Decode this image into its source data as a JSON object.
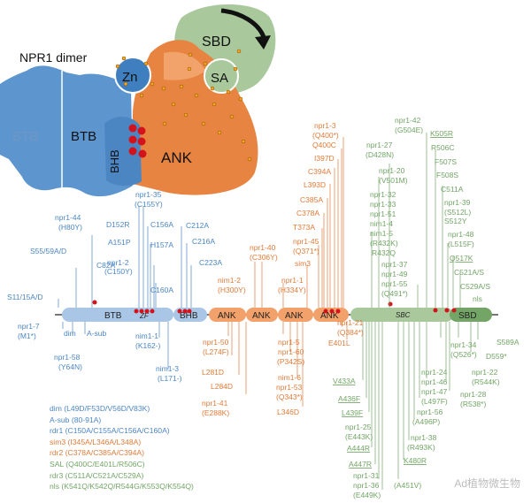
{
  "colors": {
    "blue": "#4b86c5",
    "orange": "#e07b39",
    "green": "#72a566",
    "btb_fill": "#a9c6e6",
    "ank_fill": "#f2a16a",
    "sbd_fill": "#a9c99d",
    "red": "#d4121b"
  },
  "structure": {
    "title": "NPR1 dimer",
    "btb_left": "BTB",
    "btb_right": "BTB",
    "bhb": "BHB",
    "ank": "ANK",
    "zn": "Zn",
    "sbd": "SBD",
    "sa": "SA"
  },
  "domain_bar": {
    "btb": "BTB",
    "zf": "ZF",
    "bhb": "BHB",
    "ank": "ANK",
    "sbc": "SBC",
    "sbd": "SBD"
  },
  "labels": [
    {
      "t": "S11/15A/D",
      "c": "blue"
    },
    {
      "t": "S55/59A/D",
      "c": "blue"
    },
    {
      "t": "npr1-44",
      "c": "blue"
    },
    {
      "t": "(H80Y)",
      "c": "blue"
    },
    {
      "t": "C82A",
      "c": "blue"
    },
    {
      "t": "npr1-35",
      "c": "blue"
    },
    {
      "t": "(C155Y)",
      "c": "blue"
    },
    {
      "t": "D152R",
      "c": "blue"
    },
    {
      "t": "A151P",
      "c": "blue"
    },
    {
      "t": "npr1-2",
      "c": "blue"
    },
    {
      "t": "(C150Y)",
      "c": "blue"
    },
    {
      "t": "C212A",
      "c": "blue"
    },
    {
      "t": "C156A",
      "c": "blue"
    },
    {
      "t": "C216A",
      "c": "blue"
    },
    {
      "t": "H157A",
      "c": "blue"
    },
    {
      "t": "C223A",
      "c": "blue"
    },
    {
      "t": "C160A",
      "c": "blue"
    },
    {
      "t": "npr1-7",
      "c": "blue"
    },
    {
      "t": "(M1*)",
      "c": "blue"
    },
    {
      "t": "dim",
      "c": "blue"
    },
    {
      "t": "A-sub",
      "c": "blue"
    },
    {
      "t": "npr1-58",
      "c": "blue"
    },
    {
      "t": "(Y64N)",
      "c": "blue"
    },
    {
      "t": "nim1-1",
      "c": "blue"
    },
    {
      "t": "(K162-)",
      "c": "blue"
    },
    {
      "t": "nim1-3",
      "c": "blue"
    },
    {
      "t": "(L171-)",
      "c": "blue"
    },
    {
      "t": "npr1-40",
      "c": "orange"
    },
    {
      "t": "(C306Y)",
      "c": "orange"
    },
    {
      "t": "nim1-2",
      "c": "orange"
    },
    {
      "t": "(H300Y)",
      "c": "orange"
    },
    {
      "t": "npr1-1",
      "c": "orange"
    },
    {
      "t": "(H334Y)",
      "c": "orange"
    },
    {
      "t": "sim3",
      "c": "orange"
    },
    {
      "t": "npr1-3",
      "c": "orange"
    },
    {
      "t": "(Q400*)",
      "c": "orange"
    },
    {
      "t": "Q400C",
      "c": "orange"
    },
    {
      "t": "I397D",
      "c": "orange"
    },
    {
      "t": "C394A",
      "c": "orange"
    },
    {
      "t": "L393D",
      "c": "orange"
    },
    {
      "t": "C385A",
      "c": "orange"
    },
    {
      "t": "C378A",
      "c": "orange"
    },
    {
      "t": "T373A",
      "c": "orange"
    },
    {
      "t": "npr1-45",
      "c": "orange"
    },
    {
      "t": "(Q371*)",
      "c": "orange"
    },
    {
      "t": "npr1-50",
      "c": "orange"
    },
    {
      "t": "(L274F)",
      "c": "orange"
    },
    {
      "t": "L281D",
      "c": "orange"
    },
    {
      "t": "L284D",
      "c": "orange"
    },
    {
      "t": "npr1-41",
      "c": "orange"
    },
    {
      "t": "(E288K)",
      "c": "orange"
    },
    {
      "t": "npr1-5",
      "c": "orange"
    },
    {
      "t": "npr1-60",
      "c": "orange"
    },
    {
      "t": "(P342S)",
      "c": "orange"
    },
    {
      "t": "nim1-6",
      "c": "orange"
    },
    {
      "t": "npr1-53",
      "c": "orange"
    },
    {
      "t": "(Q343*)",
      "c": "orange"
    },
    {
      "t": "L346D",
      "c": "orange"
    },
    {
      "t": "npr1-21",
      "c": "orange"
    },
    {
      "t": "(Q384*)",
      "c": "orange"
    },
    {
      "t": "E401L",
      "c": "orange"
    },
    {
      "t": "npr1-42",
      "c": "green"
    },
    {
      "t": "(G504E)",
      "c": "green"
    },
    {
      "t": "K505R",
      "c": "green",
      "u": true
    },
    {
      "t": "npr1-27",
      "c": "green"
    },
    {
      "t": "(D428N)",
      "c": "green"
    },
    {
      "t": "R506C",
      "c": "green"
    },
    {
      "t": "F507S",
      "c": "green"
    },
    {
      "t": "npr1-20",
      "c": "green"
    },
    {
      "t": "(V501M)",
      "c": "green"
    },
    {
      "t": "F508S",
      "c": "green"
    },
    {
      "t": "C511A",
      "c": "green"
    },
    {
      "t": "npr1-32",
      "c": "green"
    },
    {
      "t": "npr1-39",
      "c": "green"
    },
    {
      "t": "npr1-33",
      "c": "green"
    },
    {
      "t": "(S512L)",
      "c": "green"
    },
    {
      "t": "npr1-51",
      "c": "green"
    },
    {
      "t": "S512Y",
      "c": "green"
    },
    {
      "t": "nim1-4",
      "c": "green"
    },
    {
      "t": "nim1-5",
      "c": "green"
    },
    {
      "t": "npr1-48",
      "c": "green"
    },
    {
      "t": "(R432K)",
      "c": "green"
    },
    {
      "t": "(L515F)",
      "c": "green"
    },
    {
      "t": "R432Q",
      "c": "green"
    },
    {
      "t": "Q517K",
      "c": "green",
      "u": true
    },
    {
      "t": "npr1-37",
      "c": "green"
    },
    {
      "t": "C521A/S",
      "c": "green"
    },
    {
      "t": "npr1-49",
      "c": "green"
    },
    {
      "t": "C529A/S",
      "c": "green"
    },
    {
      "t": "npr1-55",
      "c": "green"
    },
    {
      "t": "(Q491*)",
      "c": "green"
    },
    {
      "t": "nls",
      "c": "green"
    },
    {
      "t": "S589A",
      "c": "green"
    },
    {
      "t": "npr1-34",
      "c": "green"
    },
    {
      "t": "(Q526*)",
      "c": "green"
    },
    {
      "t": "D559*",
      "c": "green"
    },
    {
      "t": "npr1-22",
      "c": "green"
    },
    {
      "t": "(R544K)",
      "c": "green"
    },
    {
      "t": "npr1-24",
      "c": "green"
    },
    {
      "t": "npr1-46",
      "c": "green"
    },
    {
      "t": "npr1-47",
      "c": "green"
    },
    {
      "t": "(L497F)",
      "c": "green"
    },
    {
      "t": "npr1-28",
      "c": "green"
    },
    {
      "t": "(R538*)",
      "c": "green"
    },
    {
      "t": "V433A",
      "c": "green",
      "u": true
    },
    {
      "t": "A436F",
      "c": "green",
      "u": true
    },
    {
      "t": "L439F",
      "c": "green",
      "u": true
    },
    {
      "t": "npr1-56",
      "c": "green"
    },
    {
      "t": "(A496P)",
      "c": "green"
    },
    {
      "t": "npr1-25",
      "c": "green"
    },
    {
      "t": "(E443K)",
      "c": "green"
    },
    {
      "t": "npr1-38",
      "c": "green"
    },
    {
      "t": "(R493K)",
      "c": "green"
    },
    {
      "t": "A444R",
      "c": "green",
      "u": true
    },
    {
      "t": "K480R",
      "c": "green",
      "u": true
    },
    {
      "t": "A447R",
      "c": "green",
      "u": true
    },
    {
      "t": "npr1-31",
      "c": "green"
    },
    {
      "t": "npr1-36",
      "c": "green"
    },
    {
      "t": "(E449K)",
      "c": "green"
    },
    {
      "t": "(A451V)",
      "c": "green"
    }
  ],
  "legend": [
    {
      "text": "dim (L49D/F53D/V56D/V83K)",
      "c": "blue"
    },
    {
      "text": "A-sub (80-91A)",
      "c": "blue"
    },
    {
      "text": "rdr1 (C150A/C155A/C156A/C160A)",
      "c": "blue"
    },
    {
      "text": "sim3 (I345A/L346A/L348A)",
      "c": "orange"
    },
    {
      "text": "rdr2 (C378A/C385A/C394A)",
      "c": "orange"
    },
    {
      "text": "SAL (Q400C/E401L/R506C)",
      "c": "green"
    },
    {
      "text": "rdr3 (C511A/C521A/C529A)",
      "c": "green"
    },
    {
      "text": "nls (K541Q/K542Q/R544G/K553Q/K554Q)",
      "c": "green"
    }
  ],
  "watermark": "Ad植物微生物"
}
